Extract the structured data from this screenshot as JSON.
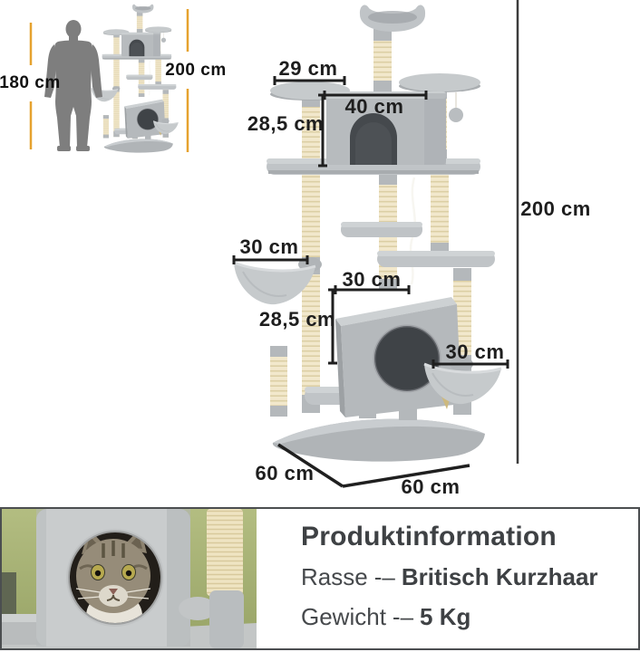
{
  "size_comparison": {
    "human_height_label": "180 cm",
    "tree_height_label": "200 cm"
  },
  "dimension_labels": {
    "top_platform_width": "29 cm",
    "upper_house_width": "40 cm",
    "upper_house_height": "28,5 cm",
    "left_hammock_width": "30 cm",
    "lower_house_width": "30 cm",
    "lower_house_height": "28,5 cm",
    "right_hammock_width": "30 cm",
    "total_height": "200 cm",
    "base_depth": "60 cm",
    "base_width": "60 cm"
  },
  "product_info": {
    "title": "Produktinformation",
    "rows": [
      {
        "label": "Rasse",
        "separator": "-–",
        "value": "Britisch Kurzhaar"
      },
      {
        "label": "Gewicht",
        "separator": "-–",
        "value": "5 Kg"
      }
    ]
  },
  "colors": {
    "accent_yellow": "#E6A22F",
    "measure_line": "#1F1F1F",
    "plush_gray": "#C0C4C7",
    "sisal_beige": "#F2E8CC",
    "silhouette_gray": "#7E7E7E",
    "wall_green": "#A9B578",
    "text_dark": "#3E4144"
  }
}
